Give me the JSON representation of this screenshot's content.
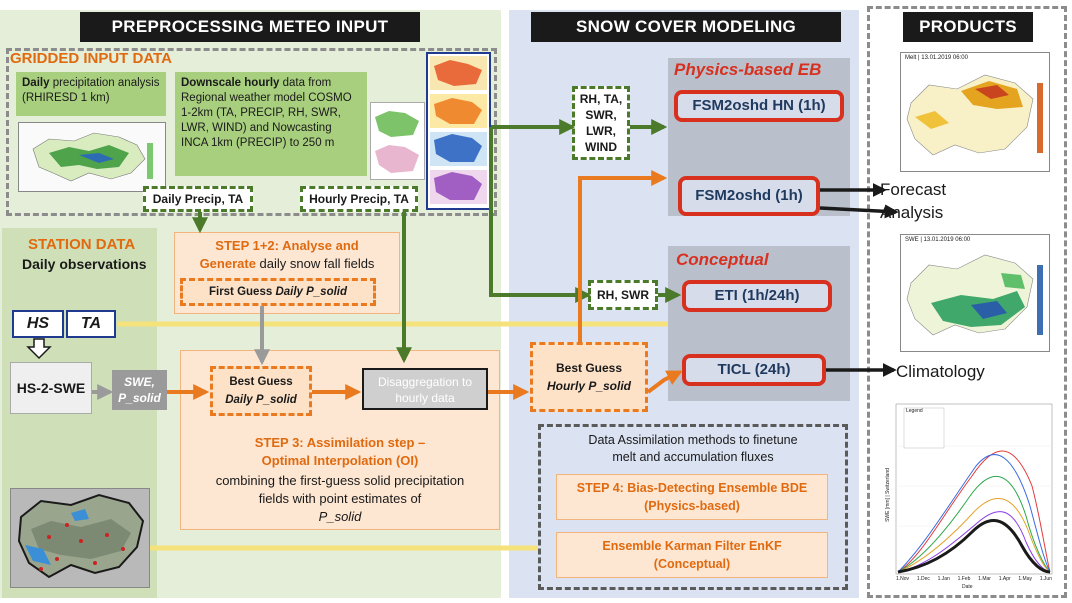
{
  "sections": {
    "preprocessing": "PREPROCESSING METEO INPUT",
    "snow_modeling": "SNOW COVER MODELING",
    "products": "PRODUCTS"
  },
  "gridded": {
    "title": "GRIDDED INPUT DATA",
    "daily_box_bold": "Daily",
    "daily_box_rest": " precipitation analysis (RHIRESD 1 km)",
    "downscale_bold": "Downscale hourly",
    "downscale_rest": " data from Regional weather model COSMO 1-2km (TA, PRECIP, RH, SWR, LWR, WIND) and Nowcasting INCA 1km (PRECIP) to 250 m",
    "daily_precip_ta": "Daily Precip, TA",
    "hourly_precip_ta": "Hourly Precip, TA"
  },
  "station": {
    "title": "STATION DATA",
    "subtitle": "Daily observations",
    "hs": "HS",
    "ta": "TA",
    "hs2swe": "HS-2-SWE",
    "swe_psolid_line1": "SWE,",
    "swe_psolid_line2": "P_solid"
  },
  "steps": {
    "step12_title": "STEP 1+2: Analyse and",
    "step12_title2_bold": "Generate",
    "step12_title2_rest": " daily snow fall fields",
    "first_guess": "First Guess ",
    "first_guess_italic": "Daily P_solid",
    "best_guess_daily_1": "Best Guess",
    "best_guess_daily_2": "Daily P_solid",
    "disaggregation": "Disaggregation to hourly data",
    "step3_title1": "STEP 3: Assimilation step –",
    "step3_title2": "Optimal Interpolation (OI)",
    "step3_body1": "combining the first-guess solid precipitation",
    "step3_body2": "fields   with point estimates of",
    "step3_body3": "P_solid",
    "best_guess_hourly_1": "Best Guess",
    "best_guess_hourly_2": "Hourly P_solid"
  },
  "modeling": {
    "physics_title": "Physics-based EB",
    "vars_box": [
      "RH, TA,",
      "SWR,",
      "LWR,",
      "WIND"
    ],
    "fsm_hn": "FSM2oshd HN (1h)",
    "fsm": "FSM2oshd (1h)",
    "conceptual_title": "Conceptual",
    "rh_swr": "RH, SWR",
    "eti": "ETI (1h/24h)",
    "ticl": "TICL (24h)",
    "da_title1": "Data Assimilation methods to finetune",
    "da_title2": "melt and accumulation fluxes",
    "step4_1": "STEP 4: Bias-Detecting Ensemble BDE",
    "step4_2": "(Physics-based)",
    "enkf_1": "Ensemble Karman Filter EnKF",
    "enkf_2": "(Conceptual)"
  },
  "products": {
    "forecast": "Forecast",
    "analysis": "Analysis",
    "climatology": "Climatology",
    "map1_title": "Melt | 13.01.2019 06:00",
    "map2_title": "SWE | 13.01.2019 06:00",
    "chart_legend": "Legend",
    "chart_ylabel": "SWE [mm] | Switzerland",
    "chart_xlabel": "Date",
    "chart_xticks": [
      "1.Nov",
      "1.Dec",
      "1.Jan",
      "1.Feb",
      "1.Mar",
      "1.Apr",
      "1.May",
      "1.Jun"
    ]
  },
  "colors": {
    "green_arrow": "#4b7a2a",
    "orange_arrow": "#ea7a1f",
    "red_frame": "#d8301f",
    "yellow_line": "#f6e27a"
  }
}
